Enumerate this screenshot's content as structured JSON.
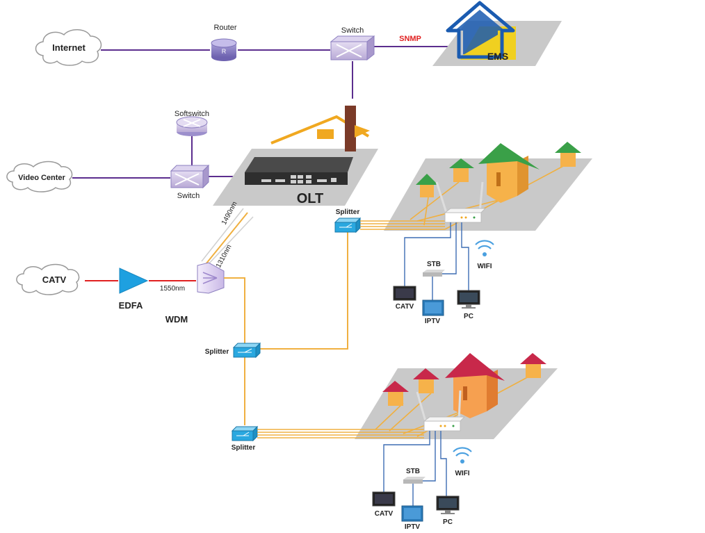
{
  "nodes": {
    "internet": "Internet",
    "router": "Router",
    "router_mark": "R",
    "switch_top": "Switch",
    "snmp": "SNMP",
    "ems": "EMS",
    "softswitch": "Softswitch",
    "video_center": "Video Center",
    "switch_mid": "Switch",
    "olt": "OLT",
    "catv_source": "CATV",
    "edfa": "EDFA",
    "wdm": "WDM"
  },
  "wavelengths": {
    "w1490": "1490nm",
    "w1310": "1310nm",
    "w1550": "1550nm"
  },
  "splitters": {
    "top": "Splitter",
    "middle": "Splitter",
    "bottom": "Splitter"
  },
  "home1": {
    "stb": "STB",
    "wifi": "WIFI",
    "catv": "CATV",
    "iptv": "IPTV",
    "pc": "PC"
  },
  "home2": {
    "stb": "STB",
    "wifi": "WIFI",
    "catv": "CATV",
    "iptv": "IPTV",
    "pc": "PC"
  },
  "colors": {
    "network_line": "#5b2d8e",
    "fiber": "#f0b040",
    "catv_line": "#e02020",
    "snmp_text": "#e02020",
    "house_body_green_set": "#f6b24a",
    "roof_green": "#3aa048",
    "roof_red": "#c8284a",
    "splitter_blue": "#2aa8e0",
    "edfa_blue": "#1ea0e0",
    "ems_blue": "#1a5bb0",
    "ems_yellow": "#f0d020"
  }
}
